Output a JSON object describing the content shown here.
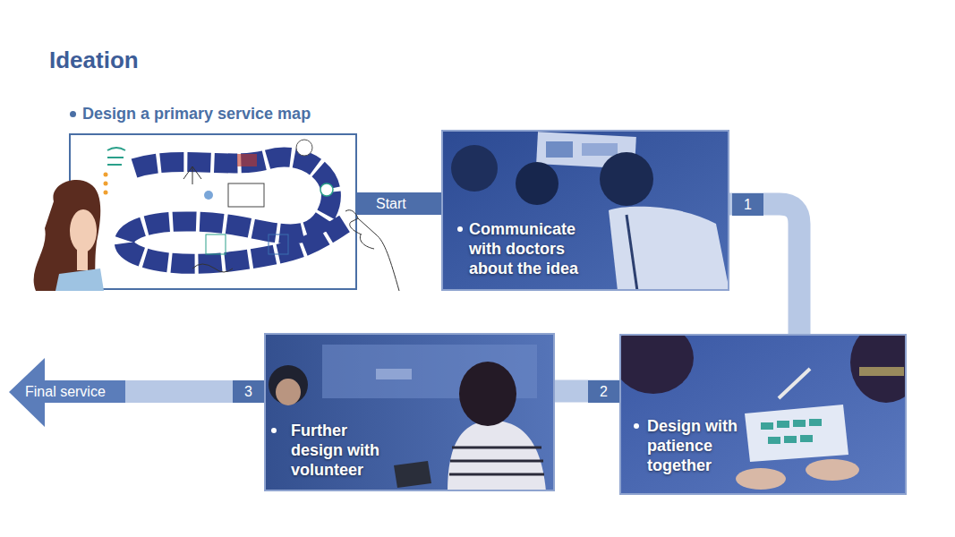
{
  "diagram": {
    "title": "Ideation",
    "nodes": [
      {
        "text": [
          "Communicate with doctors about the idea"
        ]
      },
      {
        "text": [
          "Design with patience together"
        ]
      },
      {
        "text": [
          "Further design with volunteer"
        ]
      }
    ],
    "edges": [
      {
        "from": 0,
        "to": 1,
        "arrow": "none",
        "label": "1"
      },
      {
        "from": 1,
        "to": 2,
        "arrow": "none",
        "label": "2"
      }
    ],
    "labels": [
      "Design a primary service map",
      "Start",
      "3",
      "Final service"
    ]
  }
}
